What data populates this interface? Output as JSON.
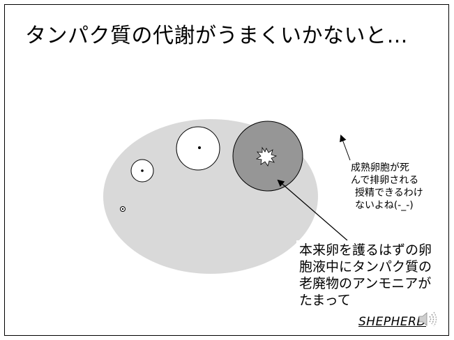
{
  "slide": {
    "title": "タンパク質の代謝がうまくいかないと…"
  },
  "note": {
    "lines": [
      "成熟卵胞が死",
      "んで排卵される",
      "授精できるわけ",
      "ないよね(-_-)"
    ]
  },
  "callout": {
    "lines": [
      "本来卵を護るはずの卵",
      "胞液中にタンパク質の",
      "老廃物のアンモニアが",
      "たまって"
    ]
  },
  "footer": {
    "brand": "SHEPHERD"
  },
  "colors": {
    "ovary_fill": "#d9d9d9",
    "dead_follicle_fill": "#969696",
    "outline": "#000000"
  },
  "icons": {
    "explosion": "burst-icon",
    "audio": "speaker-icon"
  }
}
